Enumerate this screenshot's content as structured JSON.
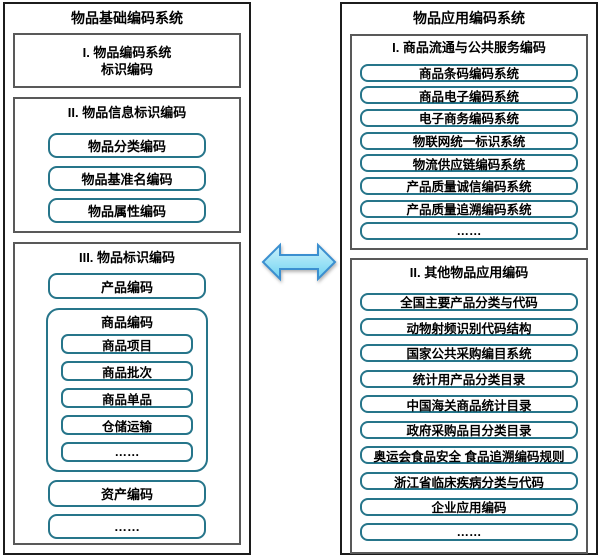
{
  "colors": {
    "pill_border": "#26758A",
    "section_border": "#595959",
    "panel_border": "#1c1c1c",
    "arrow_fill_top": "#cdf1fb",
    "arrow_fill_bottom": "#6fd3f1",
    "arrow_stroke": "#3b8fd0"
  },
  "left_panel": {
    "title": "物品基础编码系统",
    "section1": {
      "line1": "I. 物品编码系统",
      "line2": "标识编码"
    },
    "section2": {
      "header": "II. 物品信息标识编码",
      "items": [
        "物品分类编码",
        "物品基准名编码",
        "物品属性编码"
      ]
    },
    "section3": {
      "header": "III. 物品标识编码",
      "item_product": "产品编码",
      "group": {
        "label": "商品编码",
        "items": [
          "商品项目",
          "商品批次",
          "商品单品",
          "仓储运输",
          "……"
        ]
      },
      "item_asset": "资产编码",
      "item_more": "……"
    }
  },
  "right_panel": {
    "title": "物品应用编码系统",
    "section1": {
      "header": "I. 商品流通与公共服务编码",
      "items": [
        "商品条码编码系统",
        "商品电子编码系统",
        "电子商务编码系统",
        "物联网统一标识系统",
        "物流供应链编码系统",
        "产品质量诚信编码系统",
        "产品质量追溯编码系统",
        "……"
      ]
    },
    "section2": {
      "header": "II. 其他物品应用编码",
      "items": [
        "全国主要产品分类与代码",
        "动物射频识别代码结构",
        "国家公共采购编目系统",
        "统计用产品分类目录",
        "中国海关商品统计目录",
        "政府采购品目分类目录",
        "奥运会食品安全 食品追溯编码规则",
        "浙江省临床疾病分类与代码",
        "企业应用编码",
        "……"
      ]
    }
  }
}
